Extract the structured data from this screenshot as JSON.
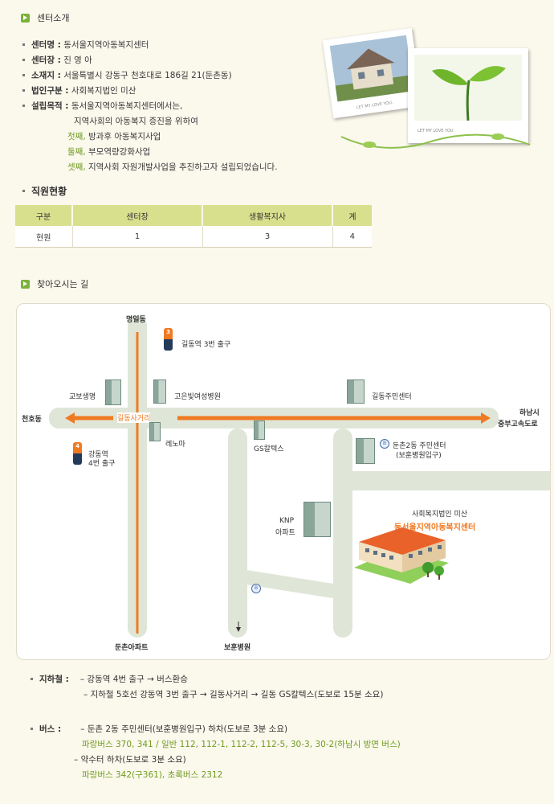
{
  "section1": {
    "title": "센터소개"
  },
  "info": [
    {
      "label": "센터명 :",
      "value": "동서울지역아동복지센터"
    },
    {
      "label": "센터장 :",
      "value": "진 영 아"
    },
    {
      "label": "소재지 :",
      "value": "서울특별시 강동구 천호대로 186길 21(둔촌동)"
    },
    {
      "label": "법인구분 :",
      "value": "사회복지법인 미산"
    },
    {
      "label": "설립목적 :",
      "value": "동서울지역아동복지센터에서는,"
    }
  ],
  "purpose": {
    "line2": "지역사회의 아동복지 증진을 위하여",
    "items": [
      {
        "ord": "첫째,",
        "text": "방과후 아동복지사업"
      },
      {
        "ord": "둘째,",
        "text": "부모역량강화사업"
      },
      {
        "ord": "셋째,",
        "text": "지역사회 자원개발사업을 추진하고자 설립되었습니다."
      }
    ]
  },
  "staff": {
    "title": "직원현황",
    "headers": [
      "구분",
      "센터장",
      "생활복지사",
      "계"
    ],
    "row": [
      "현원",
      "1",
      "3",
      "4"
    ]
  },
  "photos": {
    "caption1": "LET MY LOVE YOU.",
    "caption2": "LET MY LOVE YOU."
  },
  "section2": {
    "title": "찾아오시는 길"
  },
  "map": {
    "north": "명일동",
    "west": "천호동",
    "east1": "하남시",
    "east2": "중부고속도로",
    "south1": "둔촌아파트",
    "south2": "보훈병원",
    "exit3": "길동역 3번 출구",
    "exit3_num": "3",
    "exit4_1": "강동역",
    "exit4_2": "4번 출구",
    "exit4_num": "4",
    "kyobo": "교보생명",
    "goeun": "고은빛여성병원",
    "gildong_center": "길동주민센터",
    "crossroad": "길동사거리",
    "renoma": "레노마",
    "gs": "GS칼텍스",
    "dunchon1": "둔촌2동 주민센터",
    "dunchon2": "(보훈병원입구)",
    "knp1": "KNP",
    "knp2": "아파트",
    "org": "사회복지법인 미산",
    "center": "동서울지역아동복지센터"
  },
  "subway": {
    "label": "지하철 :",
    "line1": "– 강동역 4번 출구 → 버스환승",
    "line2": "– 지하철 5호선 강동역 3번 출구 → 길동사거리 → 길동 GS칼텍스(도보로 15분 소요)"
  },
  "bus": {
    "label": "버스 :",
    "line1": "– 둔촌 2동 주민센터(보훈병원입구) 하차(도보로 3분 소요)",
    "line2": "파랑버스 370, 341  / 일반 112, 112-1, 112-2, 112-5, 30-3, 30-2(하남시 방면 버스)",
    "line3": "– 약수터 하차(도보로 3분 소요)",
    "line4": "파랑버스 342(구361), 초록버스 2312"
  }
}
